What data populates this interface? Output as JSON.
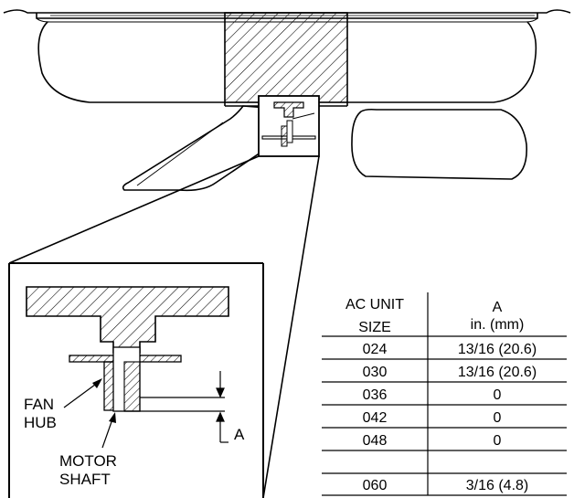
{
  "detail": {
    "fan_hub_label": [
      "FAN",
      "HUB"
    ],
    "motor_shaft_label": [
      "MOTOR",
      "SHAFT"
    ],
    "dimension_label": "A"
  },
  "table": {
    "header_col1": [
      "AC UNIT",
      "SIZE"
    ],
    "header_col2": [
      "A",
      "in. (mm)"
    ],
    "rows": [
      {
        "size": "024",
        "a": "13/16 (20.6)"
      },
      {
        "size": "030",
        "a": "13/16 (20.6)"
      },
      {
        "size": "036",
        "a": "0"
      },
      {
        "size": "042",
        "a": "0"
      },
      {
        "size": "048",
        "a": "0"
      },
      {
        "size": "060",
        "a": "3/16 (4.8)"
      }
    ]
  }
}
